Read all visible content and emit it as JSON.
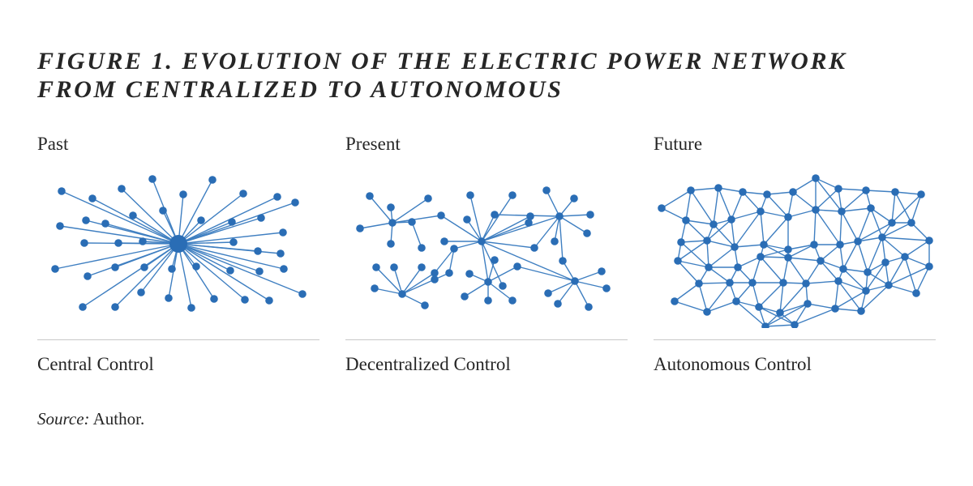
{
  "figure": {
    "title_line1": "FIGURE 1. EVOLUTION OF THE ELECTRIC POWER NETWORK",
    "title_line2": "FROM CENTRALIZED TO AUTONOMOUS"
  },
  "colors": {
    "node": "#2a6db5",
    "edge": "#3f7fc1",
    "rule": "#c8c8c8",
    "text": "#262626"
  },
  "panels": [
    {
      "heading": "Past",
      "caption": "Central Control"
    },
    {
      "heading": "Present",
      "caption": "Decentralized Control"
    },
    {
      "heading": "Future",
      "caption": "Autonomous Control"
    }
  ],
  "source": {
    "label": "Source:",
    "text": " Author."
  }
}
